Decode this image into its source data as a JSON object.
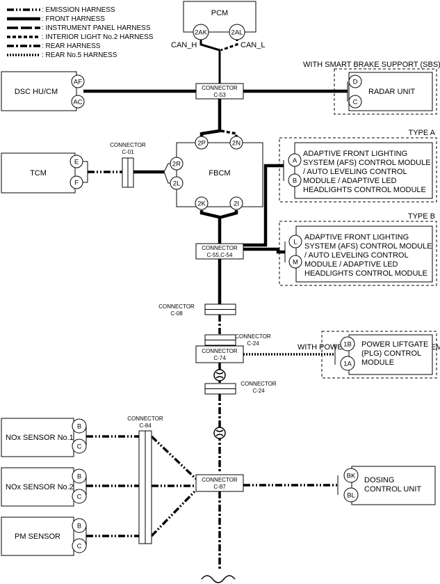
{
  "legend": [
    {
      "label": ": EMISSION HARNESS",
      "style": "w-emis"
    },
    {
      "label": ": FRONT HARNESS",
      "style": "w-front"
    },
    {
      "label": ": INSTRUMENT PANEL HARNESS",
      "style": "w-ip"
    },
    {
      "label": ": INTERIOR LIGHT No.2 HARNESS",
      "style": "w-int"
    },
    {
      "label": ": REAR HARNESS",
      "style": "w-rear"
    },
    {
      "label": ": REAR No.5 HARNESS",
      "style": "w-rear5"
    }
  ],
  "modules": {
    "pcm": {
      "name": "PCM",
      "pin_h": "2AK",
      "pin_l": "2AL",
      "can_h": "CAN_H",
      "can_l": "CAN_L"
    },
    "dsc": {
      "name": "DSC HU/CM",
      "pin1": "AF",
      "pin2": "AC"
    },
    "radar": {
      "group": "WITH SMART BRAKE SUPPORT (SBS)",
      "name": "RADAR UNIT",
      "pin1": "D",
      "pin2": "C"
    },
    "tcm": {
      "name": "TCM",
      "pin1": "E",
      "pin2": "F"
    },
    "fbcm": {
      "name": "FBCM",
      "pin_tl": "2P",
      "pin_tr": "2N",
      "pin_lt": "2R",
      "pin_lb": "2L",
      "pin_bl": "2K",
      "pin_br": "2I"
    },
    "afs_a": {
      "group": "TYPE A",
      "lines": [
        "ADAPTIVE FRONT LIGHTING",
        "SYSTEM (AFS) CONTROL MODULE",
        "/ AUTO LEVELING CONTROL",
        "MODULE / ADAPTIVE LED",
        "HEADLIGHTS CONTROL MODULE"
      ],
      "pin1": "A",
      "pin2": "B"
    },
    "afs_b": {
      "group": "TYPE B",
      "lines": [
        "ADAPTIVE FRONT LIGHTING",
        "SYSTEM (AFS) CONTROL MODULE",
        "/ AUTO LEVELING CONTROL",
        "MODULE / ADAPTIVE LED",
        "HEADLIGHTS CONTROL MODULE"
      ],
      "pin1": "L",
      "pin2": "M"
    },
    "plg": {
      "group": "WITH POWER LIFTGATE (PLG) SYSTEM",
      "lines": [
        "POWER LIFTGATE",
        "(PLG) CONTROL",
        "MODULE"
      ],
      "pin1": "1B",
      "pin2": "1A"
    },
    "nox1": {
      "name": "NOx SENSOR No.1",
      "pin1": "B",
      "pin2": "C"
    },
    "nox2": {
      "name": "NOx SENSOR No.2",
      "pin1": "B",
      "pin2": "C"
    },
    "pm": {
      "name": "PM SENSOR",
      "pin1": "B",
      "pin2": "C"
    },
    "dosing": {
      "lines": [
        "DOSING",
        "CONTROL UNIT"
      ],
      "pin1": "BK",
      "pin2": "BL"
    }
  },
  "connectors": {
    "c53": {
      "word": "CONNECTOR",
      "id": "C-53"
    },
    "c01": {
      "word": "CONNECTOR",
      "id": "C-01"
    },
    "c55": {
      "word": "CONNECTOR",
      "id": "C-55,C-54"
    },
    "c08": {
      "word": "CONNECTOR",
      "id": "C-08"
    },
    "c24a": {
      "word": "CONNECTOR",
      "id": "C-24"
    },
    "c74": {
      "word": "CONNECTOR",
      "id": "C-74"
    },
    "c24b": {
      "word": "CONNECTOR",
      "id": "C-24"
    },
    "c84": {
      "word": "CONNECTOR",
      "id": "C-84"
    },
    "c87": {
      "word": "CONNECTOR",
      "id": "C-87"
    }
  }
}
